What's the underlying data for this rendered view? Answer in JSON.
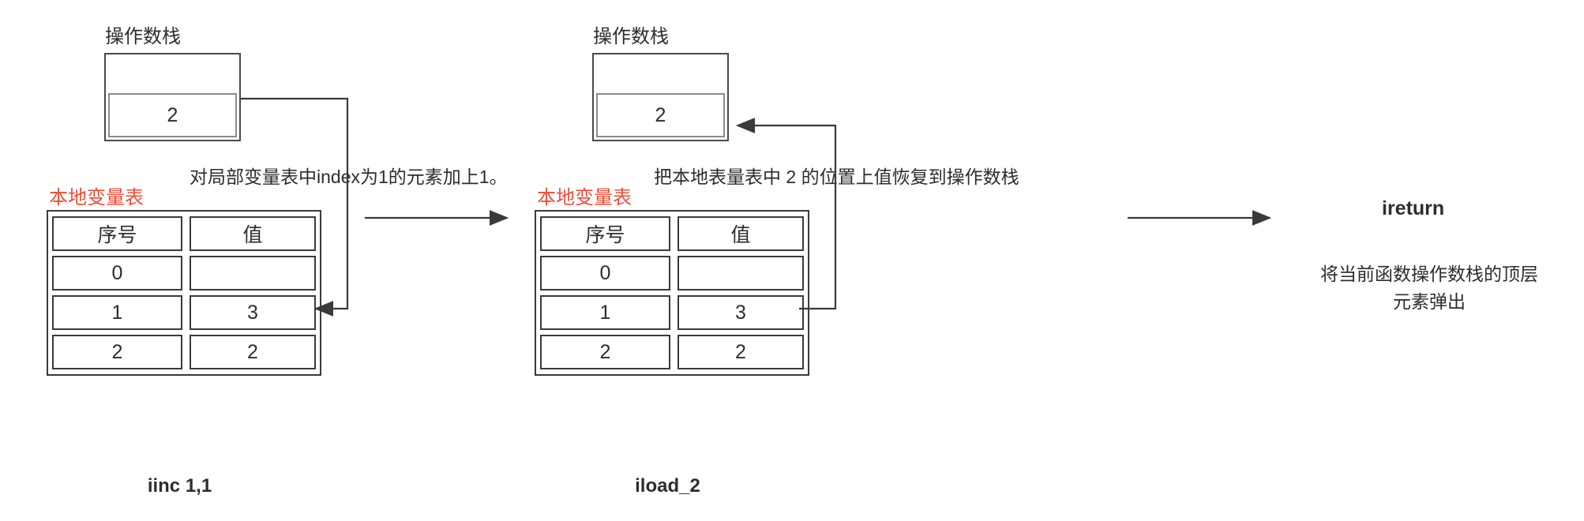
{
  "diagram": {
    "title_semantic": "jvm-bytecode-execution-steps",
    "colors": {
      "stroke": "#3a3a3a",
      "accent_red": "#e8503a",
      "text": "#2d2d2d"
    }
  },
  "step1": {
    "stack_label": "操作数栈",
    "stack_values": [
      "2"
    ],
    "lvt_title": "本地变量表",
    "lvt_headers": [
      "序号",
      "值"
    ],
    "lvt_rows": [
      {
        "index": "0",
        "value": ""
      },
      {
        "index": "1",
        "value": "3"
      },
      {
        "index": "2",
        "value": "2"
      }
    ],
    "caption": "iinc 1,1",
    "note": "对局部变量表中index为1的元素加上1。"
  },
  "step2": {
    "stack_label": "操作数栈",
    "stack_values": [
      "2"
    ],
    "lvt_title": "本地变量表",
    "lvt_headers": [
      "序号",
      "值"
    ],
    "lvt_rows": [
      {
        "index": "0",
        "value": ""
      },
      {
        "index": "1",
        "value": "3"
      },
      {
        "index": "2",
        "value": "2"
      }
    ],
    "caption": "iload_2",
    "note": "把本地表量表中 2 的位置上值恢复到操作数栈"
  },
  "step3": {
    "op": "ireturn",
    "description_line1": "将当前函数操作数栈的顶层",
    "description_line2": "元素弹出"
  }
}
